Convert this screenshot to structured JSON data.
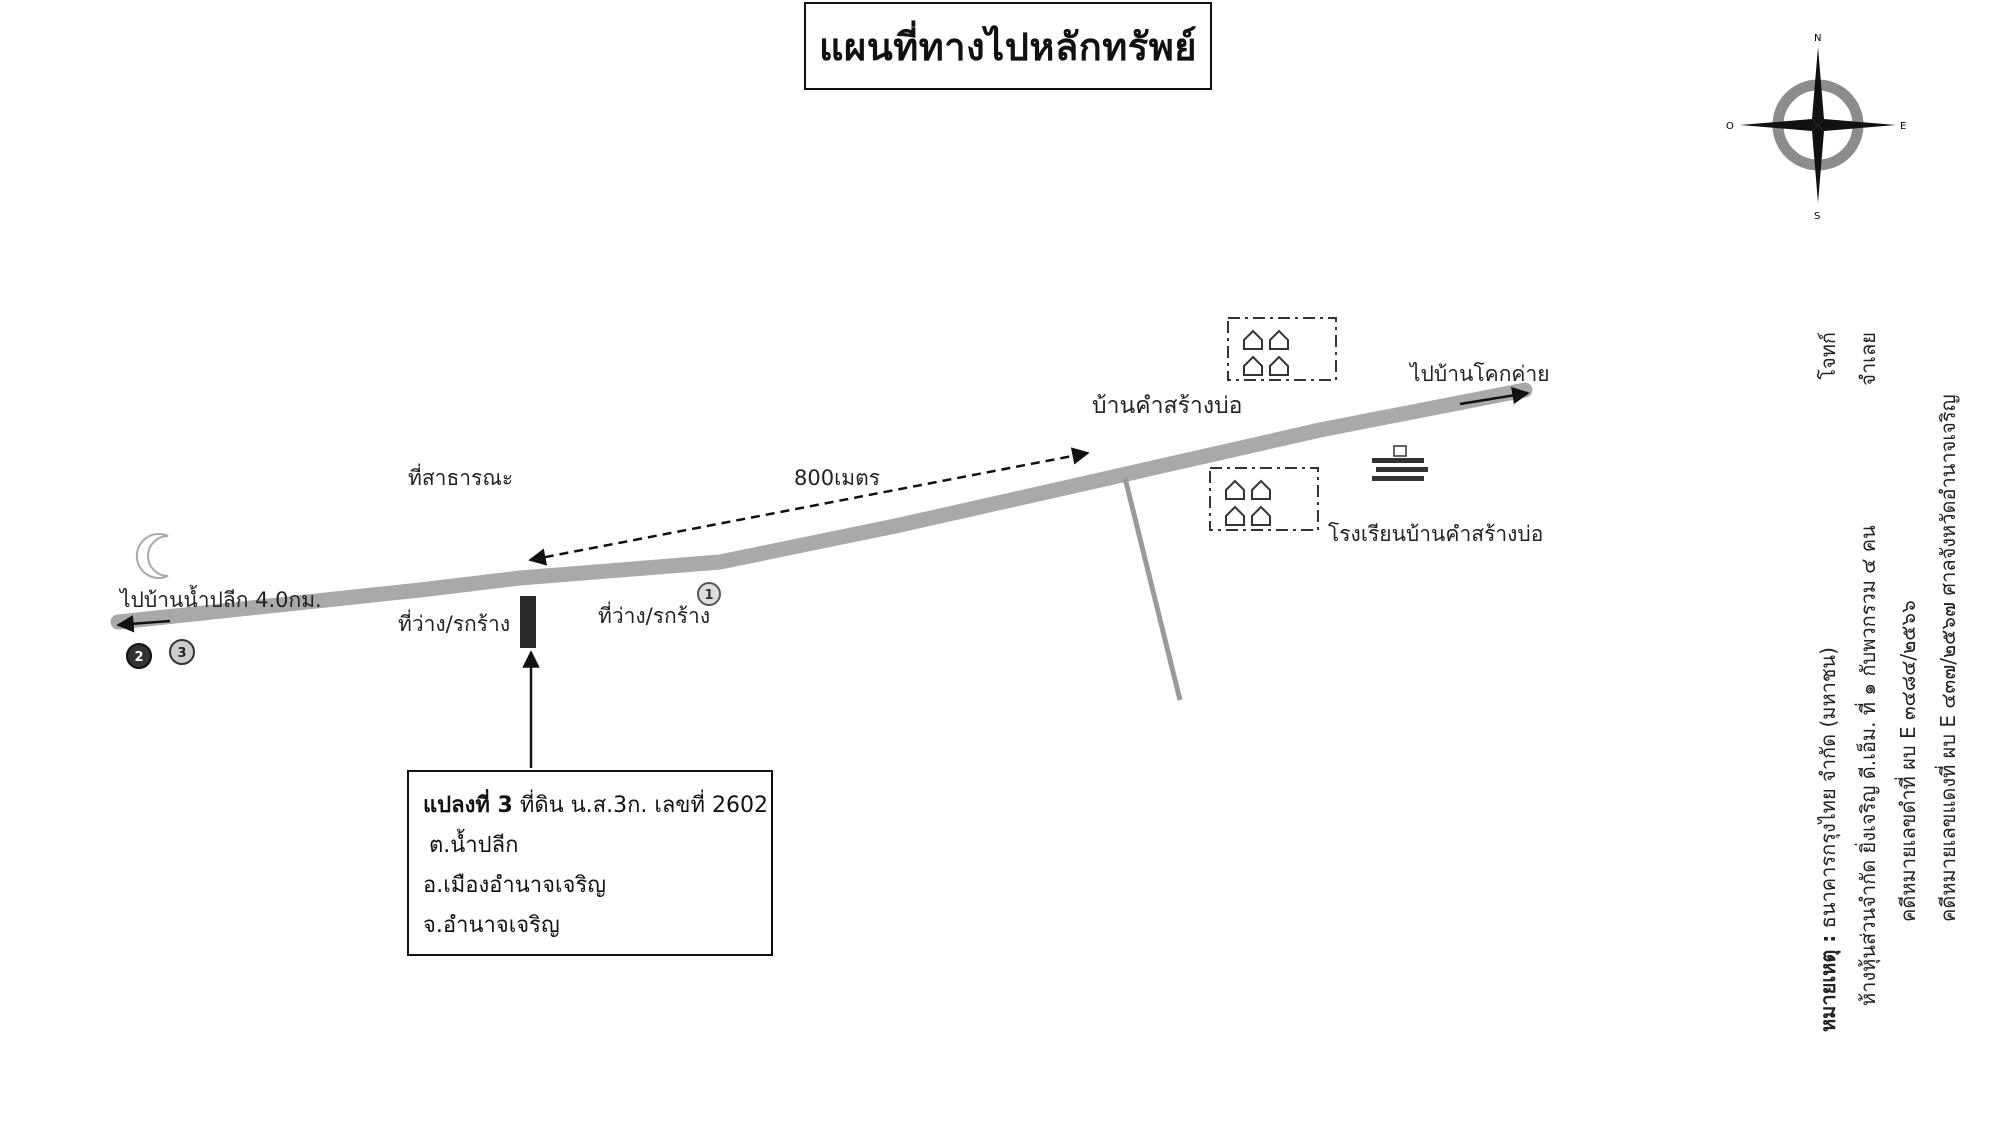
{
  "title": "แผนที่ทางไปหลักทรัพย์",
  "compass": {
    "n": "N",
    "s": "S",
    "e": "E",
    "w": "O"
  },
  "labels": {
    "to_ban_khok_khai": "ไปบ้านโคกค่าย",
    "ban_kham_sang_bo": "บ้านคำสร้างบ่อ",
    "public_land": "ที่สาธารณะ",
    "distance": "800เมตร",
    "school": "โรงเรียนบ้านคำสร้างบ่อ",
    "to_ban_nam_plik": "ไปบ้านน้ำปลีก 4.0กม.",
    "vacant_left": "ที่ว่าง/รกร้าง",
    "vacant_right": "ที่ว่าง/รกร้าง"
  },
  "markers": [
    "1",
    "2",
    "3"
  ],
  "parcel": {
    "line1_bold": "แปลงที่ 3",
    "line1_rest": " ที่ดิน น.ส.3ก. เลขที่ 2602",
    "line2": "ต.น้ำปลีก",
    "line3": "อ.เมืองอำนาจเจริญ",
    "line4": "จ.อำนาจเจริญ"
  },
  "notes": {
    "line1_bold": "หมายเหตุ :",
    "line1_rest": " ธนาคารกรุงไทย จำกัด (มหาชน)",
    "line1_right": "โจทก์",
    "line2": "ห้างหุ้นส่วนจำกัด ยิ่งเจริญ ดี.เอ็ม. ที่ ๑ กับพวกรวม ๔ คน",
    "line2_right": "จำเลย",
    "line3": "คดีหมายเลขดำที่ ผบ E ๓๔๘๔/๒๕๖๖",
    "line4": "คดีหมายเลขแดงที่ ผบ E ๔๓๗/๒๕๖๗ ศาลจังหวัดอำนาจเจริญ"
  },
  "colors": {
    "road": "#a9a9a9",
    "ink": "#111111",
    "compass_ring": "#8c8c8c"
  }
}
